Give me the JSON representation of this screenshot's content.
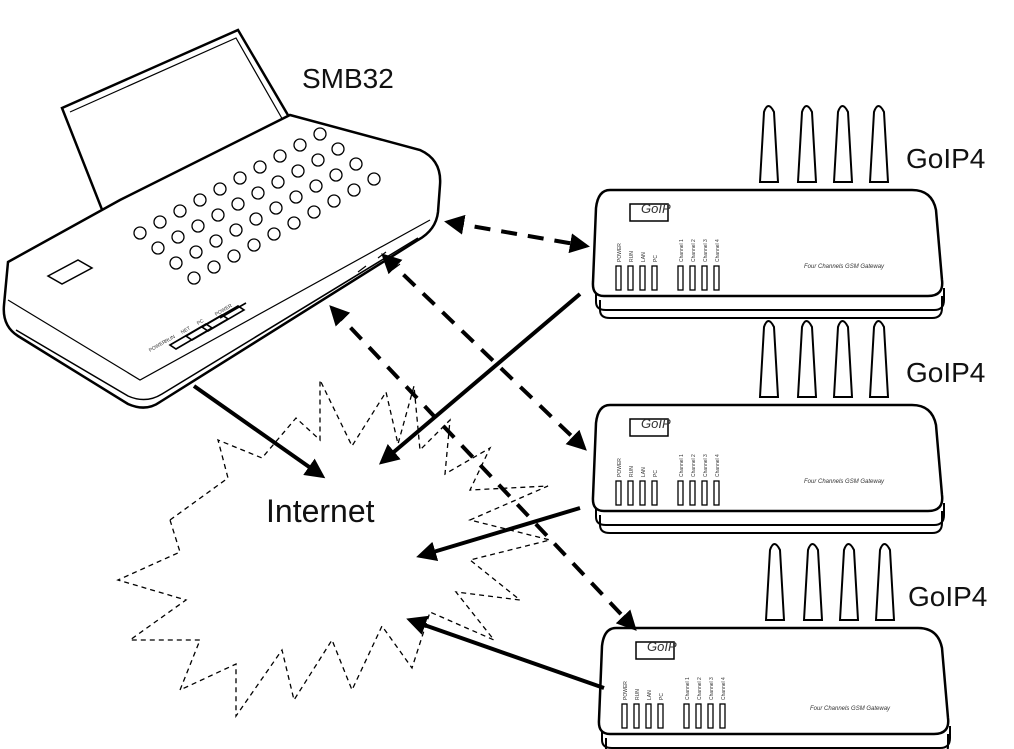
{
  "labels": {
    "smb": "SMB32",
    "goip_1": "GoIP4",
    "goip_2": "GoIP4",
    "goip_3": "GoIP4",
    "internet": "Internet"
  },
  "device": {
    "brand": "GoIP",
    "subtitle": "Four Channels GSM Gateway",
    "leds": [
      "POWER",
      "RUN",
      "LAN",
      "PC",
      "Channel 1",
      "Channel 2",
      "Channel 3",
      "Channel 4"
    ]
  },
  "smb_leds": [
    "POWER",
    "RUN",
    "NET",
    "PC",
    "POWER"
  ],
  "colors": {
    "ink": "#000000",
    "paper": "#ffffff"
  },
  "icons": [
    "antenna-icon",
    "cloud-burst-icon"
  ]
}
